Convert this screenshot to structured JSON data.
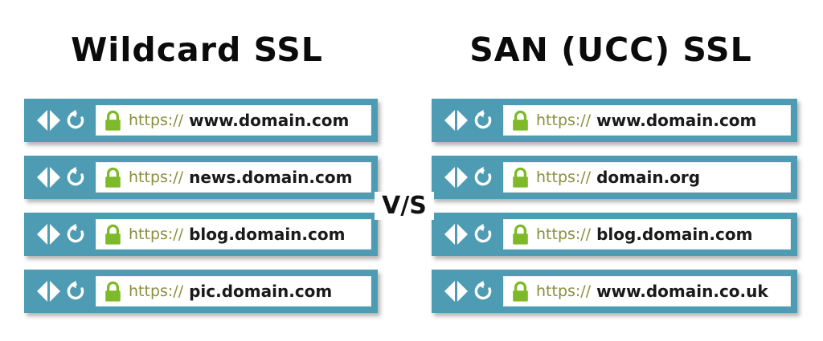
{
  "comparison": {
    "left": {
      "title": "Wildcard SSL",
      "bars": [
        {
          "scheme": "https://",
          "host": "www.domain.com",
          "lock": "padlock-icon",
          "back": "back-arrow-icon",
          "forward": "forward-arrow-icon",
          "reload": "reload-icon"
        },
        {
          "scheme": "https://",
          "host": "news.domain.com",
          "lock": "padlock-icon",
          "back": "back-arrow-icon",
          "forward": "forward-arrow-icon",
          "reload": "reload-icon"
        },
        {
          "scheme": "https://",
          "host": "blog.domain.com",
          "lock": "padlock-icon",
          "back": "back-arrow-icon",
          "forward": "forward-arrow-icon",
          "reload": "reload-icon"
        },
        {
          "scheme": "https://",
          "host": "pic.domain.com",
          "lock": "padlock-icon",
          "back": "back-arrow-icon",
          "forward": "forward-arrow-icon",
          "reload": "reload-icon"
        }
      ]
    },
    "right": {
      "title": "SAN (UCC) SSL",
      "bars": [
        {
          "scheme": "https://",
          "host": "www.domain.com",
          "lock": "padlock-icon",
          "back": "back-arrow-icon",
          "forward": "forward-arrow-icon",
          "reload": "reload-icon"
        },
        {
          "scheme": "https://",
          "host": "domain.org",
          "lock": "padlock-icon",
          "back": "back-arrow-icon",
          "forward": "forward-arrow-icon",
          "reload": "reload-icon"
        },
        {
          "scheme": "https://",
          "host": "blog.domain.com",
          "lock": "padlock-icon",
          "back": "back-arrow-icon",
          "forward": "forward-arrow-icon",
          "reload": "reload-icon"
        },
        {
          "scheme": "https://",
          "host": "www.domain.co.uk",
          "lock": "padlock-icon",
          "back": "back-arrow-icon",
          "forward": "forward-arrow-icon",
          "reload": "reload-icon"
        }
      ]
    },
    "divider_label": "V/S"
  },
  "colors": {
    "bar_teal": "#4e9cb3",
    "lock_green": "#7db928",
    "scheme_olive": "#8a8f3d",
    "host_black": "#1a1a1a",
    "title_black": "#0b0b0b",
    "page_background": "#ffffff",
    "url_field_white": "#ffffff"
  }
}
